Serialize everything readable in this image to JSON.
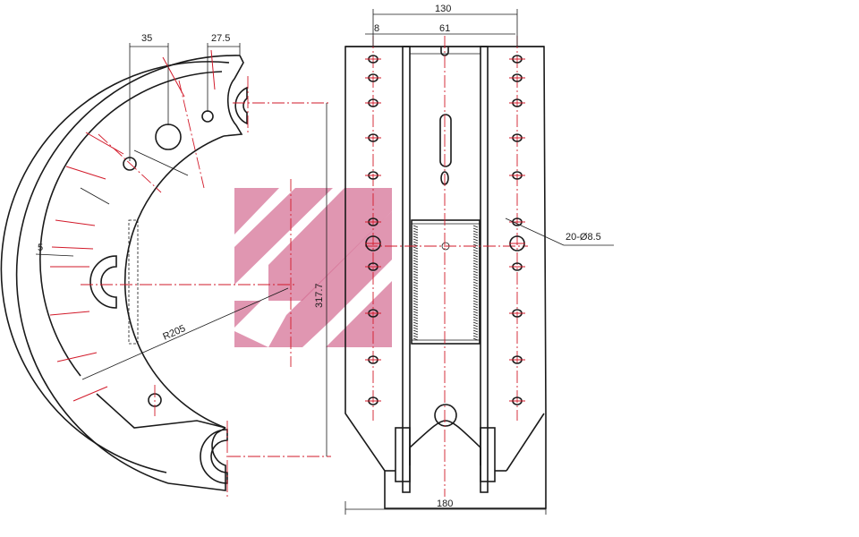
{
  "dimensions": {
    "d35": "35",
    "d27_5": "27.5",
    "d5": "5",
    "r205": "R205",
    "d317_7": "317.7",
    "d130": "130",
    "d8": "8",
    "d61": "61",
    "holes": "20-Ø8.5",
    "d180": "180"
  },
  "colors": {
    "line": "#1a1a1a",
    "centerline": "#d21a2a",
    "watermark": "#d36a90"
  }
}
